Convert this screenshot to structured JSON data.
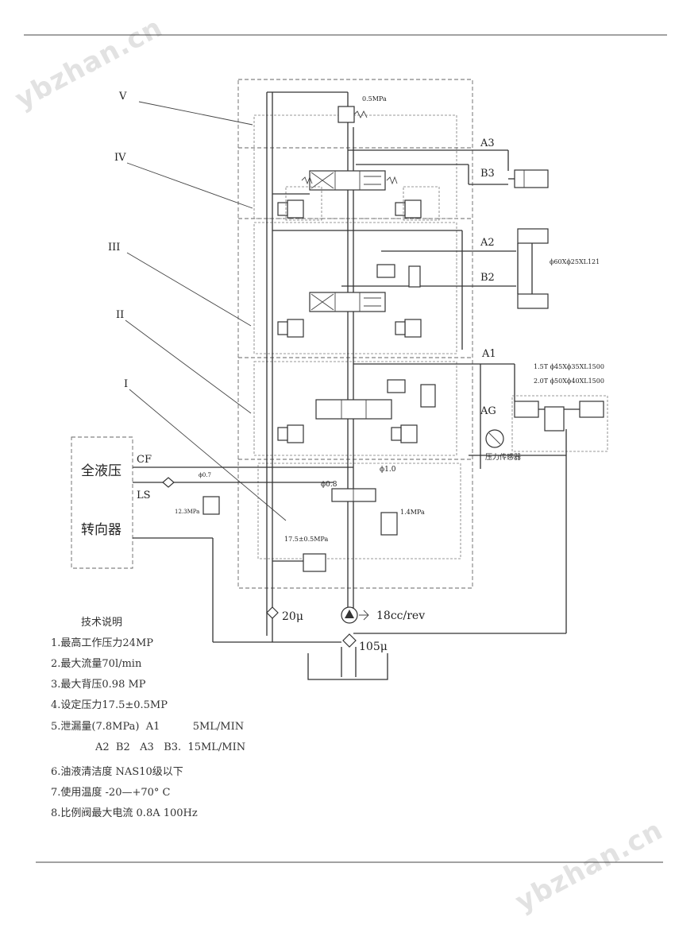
{
  "watermark": "ybzhan.cn",
  "sections": {
    "v": "V",
    "iv": "IV",
    "iii": "III",
    "ii": "II",
    "i": "I"
  },
  "ports": {
    "a3": "A3",
    "b3": "B3",
    "a2": "A2",
    "b2": "B2",
    "a1": "A1",
    "ag": "AG",
    "cf": "CF",
    "ls": "LS"
  },
  "steering_unit": {
    "line1": "全液压",
    "line2": "转向器"
  },
  "labels": {
    "p05": "0.5MPa",
    "cyl2": "ϕ60Xϕ25XL121",
    "cyl1a": "1.5T   ϕ45Xϕ35XL1500",
    "cyl1b": "2.0T   ϕ50Xϕ40XL1500",
    "sensor": "压力传感器",
    "phi07": "ϕ0.7",
    "phi08": "ϕ0.8",
    "phi10": "ϕ1.0",
    "p123": "12.3MPa",
    "p14": "1.4MPa",
    "p175": "17.5±0.5MPa",
    "filter20": "20μ",
    "pump": "18cc/rev",
    "filter105": "105μ"
  },
  "notes": {
    "title": "技术说明",
    "items": [
      "1.最高工作压力24MP",
      "2.最大流量70l/min",
      "3.最大背压0.98 MP",
      "4.设定压力17.5±0.5MP",
      "5.泄漏量(7.8MPa)  A1          5ML/MIN",
      "6.油液清洁度  NAS10级以下",
      "7.使用温度 -20—+70° C",
      "8.比例阀最大电流 0.8A  100Hz"
    ],
    "item5_cont": "A2  B2   A3   B3.  15ML/MIN"
  }
}
